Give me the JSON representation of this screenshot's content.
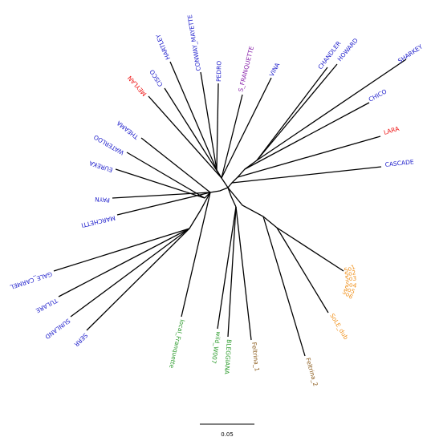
{
  "colors": {
    "blue": "#2222cc",
    "red": "#ee1111",
    "purple": "#8822aa",
    "orange": "#f0921e",
    "green": "#2a9a2a",
    "brown": "#8a5a1a"
  },
  "scale_label": "0.05",
  "taxa": {
    "sharkey": "SHARKEY",
    "howard": "HOWARD",
    "chandler": "CHANDLER",
    "chico": "CHICO",
    "lara": "LARA",
    "cascade": "CASCADE",
    "vina": "VINA",
    "s_franquette": "S_FRANQUETTE",
    "pedro": "PEDRO",
    "conway_mayette": "CONWAY_MAYETTE",
    "hartley": "HARTLEY",
    "cisco": "CISCO",
    "meylan": "MEYLAN",
    "theama": "THEAMA",
    "waterloo": "WATERLOO",
    "eureka": "EUREKA",
    "payn": "PAYN",
    "marchetti": "MARCHETTI",
    "gale_carmel": "GALE_CARMEL",
    "tulare": "TULARE",
    "sunland": "SUNLAND",
    "serr": "SERR",
    "local_franquette": "local_Franquette",
    "wild_w007": "wild_W007",
    "bleggiana": "BLEGGIANA",
    "feltrina_1": "Feltrina_1",
    "feltrina_2": "Feltrina_2",
    "sole_dub": "SoLE_dub",
    "so_1": "So1",
    "so_2": "So2",
    "so_3": "So3",
    "so_4": "So4",
    "so_5": "So5",
    "so_6": "So6"
  }
}
